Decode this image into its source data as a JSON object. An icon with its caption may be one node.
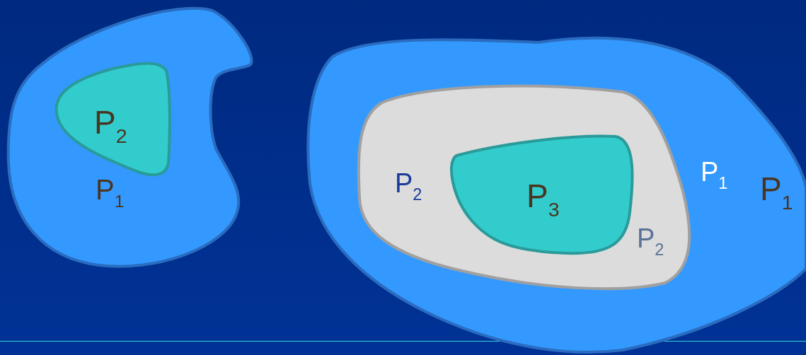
{
  "diagram": {
    "nodes": [
      {
        "text": [
          "P$_{1}$"
        ]
      },
      {
        "text": [
          "P$_{2}$"
        ],
        "in": 0
      },
      {
        "text": [
          "P$_{1}$",
          "P$_{1}$"
        ]
      },
      {
        "text": [
          "P$_{2}$",
          "P$_{2}$"
        ],
        "in": 2
      },
      {
        "text": [
          "P$_{3}$"
        ],
        "in": 3
      }
    ]
  }
}
